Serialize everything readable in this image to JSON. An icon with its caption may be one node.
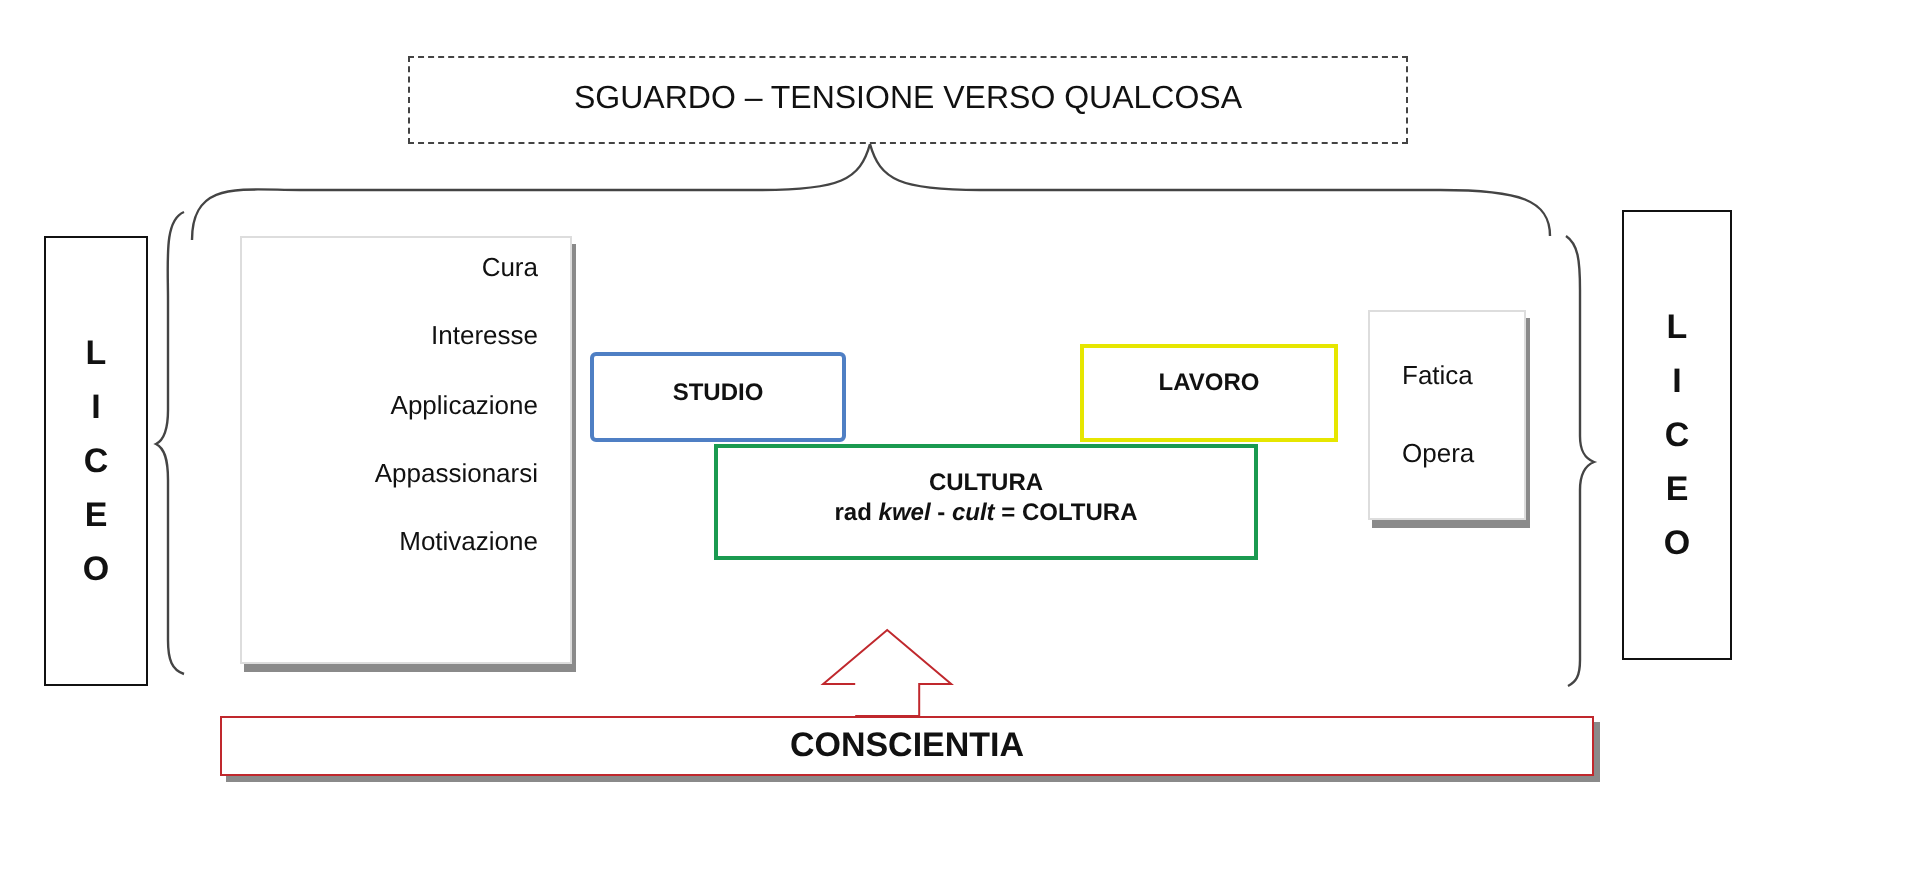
{
  "diagram": {
    "nodes": [
      {
        "text": [
          "SGUARDO – TENSIONE VERSO QUALCOSA"
        ]
      },
      {
        "text": [
          "LICEO"
        ]
      },
      {
        "text": [
          "Cura",
          "Interesse",
          "Applicazione",
          "Appassionarsi",
          "Motivazione"
        ]
      },
      {
        "text": [
          "STUDIO"
        ]
      },
      {
        "text": [
          "LAVORO"
        ]
      },
      {
        "text": [
          "CULTURA",
          "rad *kwel* - *cult* = COLTURA"
        ]
      },
      {
        "text": [
          "Fatica",
          "Opera"
        ]
      },
      {
        "text": [
          "LICEO"
        ]
      },
      {
        "text": [
          "CONSCIENTIA"
        ]
      }
    ],
    "edges": [
      {
        "from": 8,
        "to": 5,
        "arrow": "to",
        "color": "#c0282d"
      }
    ]
  }
}
